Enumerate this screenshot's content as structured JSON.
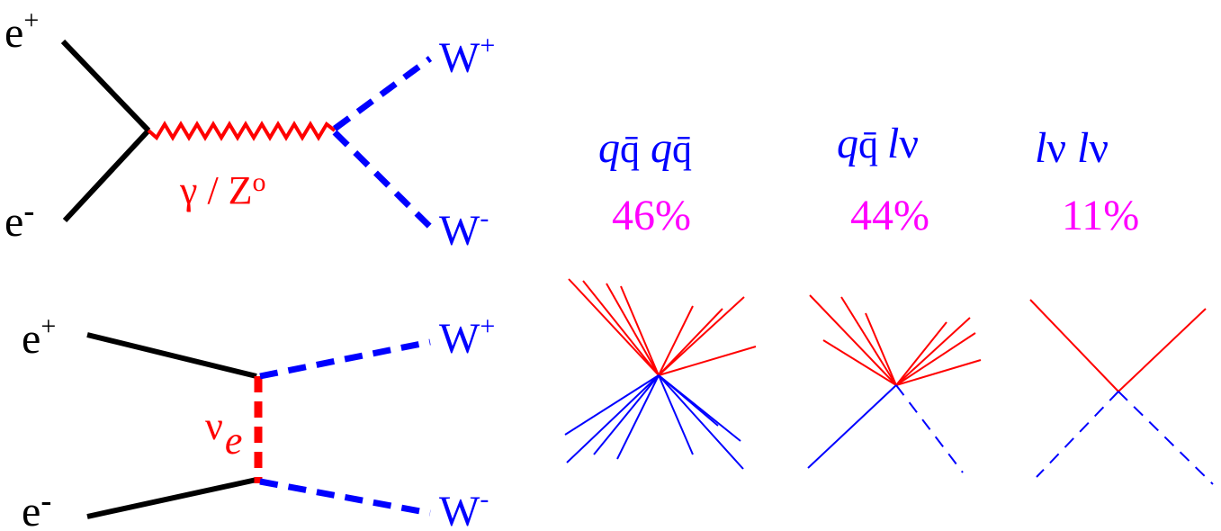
{
  "colors": {
    "fermion": "#000000",
    "boson_w": "#0000ff",
    "propagator": "#ff0000",
    "percent": "#ff00ff"
  },
  "diagram_s_channel": {
    "e_plus": "e+",
    "e_minus": "e-",
    "w_plus": "W+",
    "w_minus": "W-",
    "propagator_label": "γ / Zo"
  },
  "diagram_t_channel": {
    "e_plus": "e+",
    "e_minus": "e-",
    "w_plus": "W+",
    "w_minus": "W-",
    "propagator_label": "νe"
  },
  "decay_channels": [
    {
      "label": "qq̄ qq̄",
      "fraction": "46%"
    },
    {
      "label": "qq̄ lν",
      "fraction": "44%"
    },
    {
      "label": "lν lν",
      "fraction": "11%"
    }
  ]
}
